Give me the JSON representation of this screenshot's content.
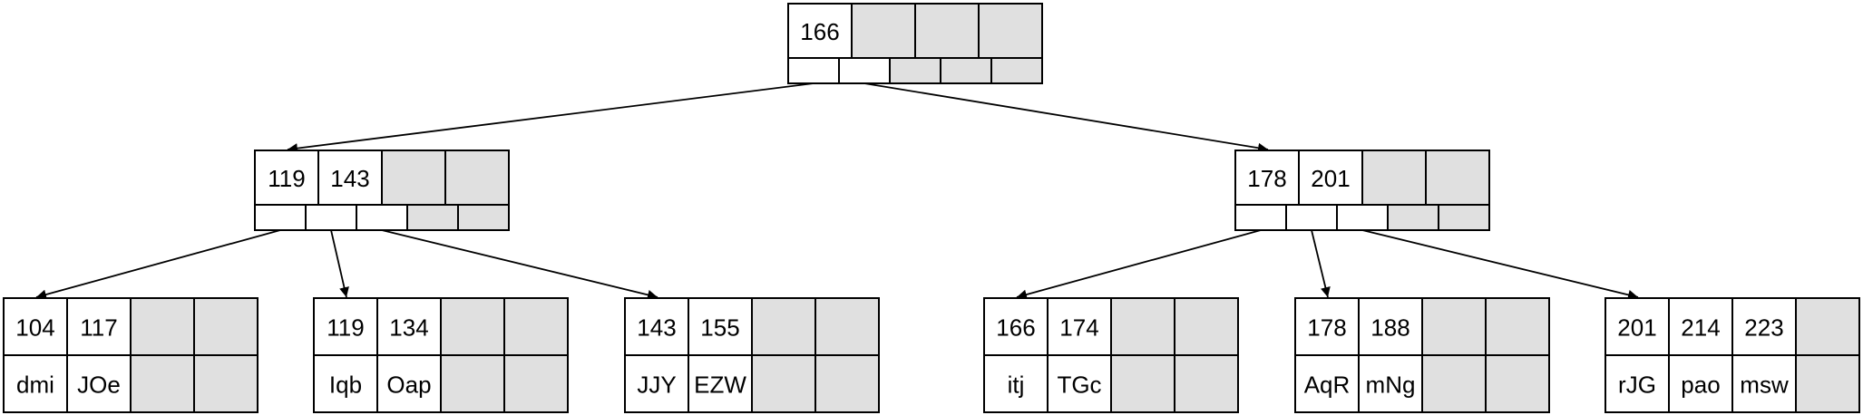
{
  "diagram": {
    "colors": {
      "stroke": "#000000",
      "empty_cell": "#e0e0e0",
      "filled_cell": "#ffffff",
      "background": "#ffffff"
    },
    "root": {
      "keys": [
        "166",
        "",
        "",
        ""
      ],
      "pointers": [
        true,
        true,
        false,
        false,
        false
      ]
    },
    "internal": [
      {
        "keys": [
          "119",
          "143",
          "",
          ""
        ],
        "pointers": [
          true,
          true,
          true,
          false,
          false
        ]
      },
      {
        "keys": [
          "178",
          "201",
          "",
          ""
        ],
        "pointers": [
          true,
          true,
          true,
          false,
          false
        ]
      }
    ],
    "leaves": [
      {
        "keys": [
          "104",
          "117",
          "",
          ""
        ],
        "values": [
          "dmi",
          "JOe",
          "",
          ""
        ]
      },
      {
        "keys": [
          "119",
          "134",
          "",
          ""
        ],
        "values": [
          "Iqb",
          "Oap",
          "",
          ""
        ]
      },
      {
        "keys": [
          "143",
          "155",
          "",
          ""
        ],
        "values": [
          "JJY",
          "EZW",
          "",
          ""
        ]
      },
      {
        "keys": [
          "166",
          "174",
          "",
          ""
        ],
        "values": [
          "itj",
          "TGc",
          "",
          ""
        ]
      },
      {
        "keys": [
          "178",
          "188",
          "",
          ""
        ],
        "values": [
          "AqR",
          "mNg",
          "",
          ""
        ]
      },
      {
        "keys": [
          "201",
          "214",
          "223",
          ""
        ],
        "values": [
          "rJG",
          "pao",
          "msw",
          ""
        ]
      }
    ]
  }
}
